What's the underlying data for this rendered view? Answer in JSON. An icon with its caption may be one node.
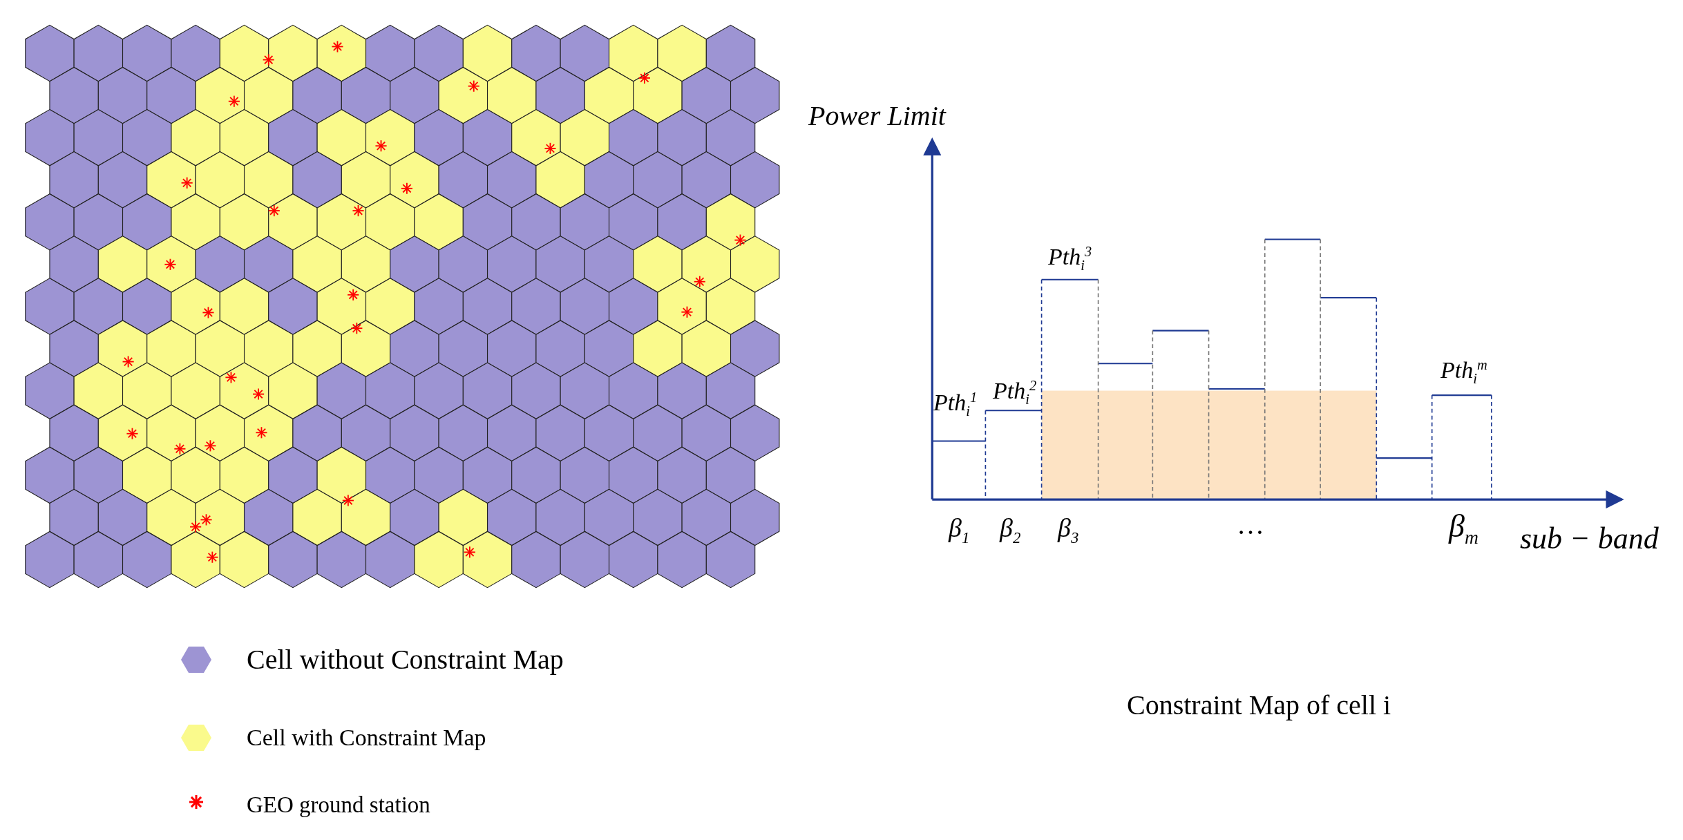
{
  "diagram": {
    "caption": "Constraint Map of cell i",
    "labels": [
      "Power Limit",
      "Pth$_{i}$$^{3}$",
      "Pth$_{i}$$^{m}$",
      "Pth$_{i}$$^{2}$",
      "Pth$_{i}$$^{1}$",
      "β$_{1}$",
      "β$_{2}$",
      "β$_{3}$",
      "…",
      "β$_{m}$",
      "sub − band"
    ],
    "legend": [
      {
        "text": "Cell without Constraint Map",
        "color": "#9d94d3"
      },
      {
        "text": "Cell with Constraint Map",
        "color": "#fafa8c"
      },
      {
        "text": "GEO ground station"
      }
    ]
  }
}
